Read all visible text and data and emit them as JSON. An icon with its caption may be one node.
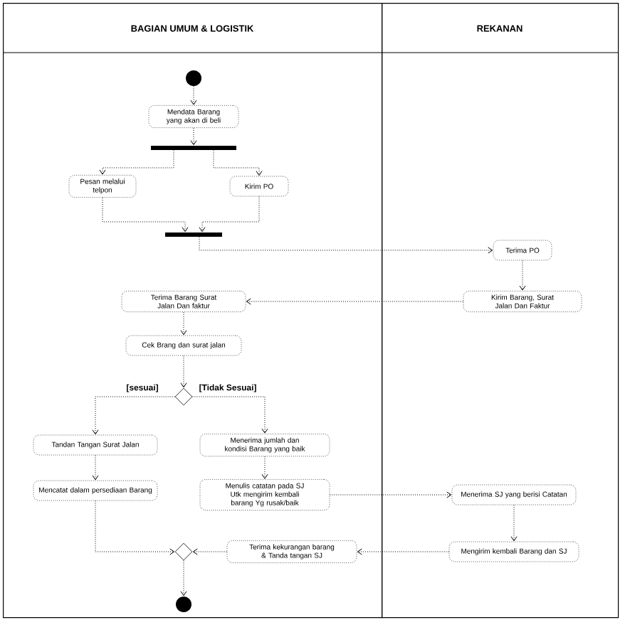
{
  "diagram": {
    "nodes": [
      {
        "text": [
          "BAGIAN UMUM & LOGISTIK"
        ]
      },
      {
        "text": [
          "REKANAN"
        ]
      },
      {
        "text": [],
        "shape": "circle",
        "in": 0
      },
      {
        "text": [
          "Mendata Barang yang akan di beli"
        ],
        "in": 0
      },
      {
        "text": [],
        "shape": "bar",
        "in": 0
      },
      {
        "text": [
          "Pesan melalui telpon"
        ],
        "in": 0
      },
      {
        "text": [
          "Kirim PO"
        ],
        "in": 0
      },
      {
        "text": [],
        "shape": "bar",
        "in": 0
      },
      {
        "text": [
          "Terima PO"
        ],
        "in": 1
      },
      {
        "text": [
          "Kirim Barang, Surat Jalan Dan Faktur"
        ],
        "in": 1
      },
      {
        "text": [
          "Terima Barang Surat Jalan Dan faktur"
        ],
        "in": 0
      },
      {
        "text": [
          "Cek Brang dan surat jalan"
        ],
        "in": 0
      },
      {
        "text": [],
        "shape": "diamond",
        "in": 0
      },
      {
        "text": [
          "Tandan Tangan Surat Jalan"
        ],
        "in": 0
      },
      {
        "text": [
          "Menerima jumlah dan kondisi Barang yang baik"
        ],
        "in": 0
      },
      {
        "text": [
          "Mencatat dalam persediaan Barang"
        ],
        "in": 0
      },
      {
        "text": [
          "Menulis catatan pada SJ Utk mengirim kembali barang Yg rusak/baik"
        ],
        "in": 0
      },
      {
        "text": [
          "Menerima SJ yang berisi Catatan"
        ],
        "in": 1
      },
      {
        "text": [
          "Mengirim kembali Barang dan SJ"
        ],
        "in": 1
      },
      {
        "text": [
          "Terima kekurangan barang & Tanda tangan SJ"
        ],
        "in": 0
      },
      {
        "text": [],
        "shape": "diamond",
        "in": 0
      },
      {
        "text": [],
        "shape": "circle",
        "in": 0
      }
    ],
    "edges": [
      {
        "from": 2,
        "to": 3,
        "arrow": "to"
      },
      {
        "from": 3,
        "to": 4,
        "arrow": "to"
      },
      {
        "from": 4,
        "to": 5,
        "arrow": "to"
      },
      {
        "from": 4,
        "to": 6,
        "arrow": "to"
      },
      {
        "from": 5,
        "to": 7,
        "arrow": "to"
      },
      {
        "from": 6,
        "to": 7,
        "arrow": "to"
      },
      {
        "from": 7,
        "to": 8,
        "arrow": "to"
      },
      {
        "from": 8,
        "to": 9,
        "arrow": "to"
      },
      {
        "from": 9,
        "to": 10,
        "arrow": "to"
      },
      {
        "from": 10,
        "to": 11,
        "arrow": "to"
      },
      {
        "from": 11,
        "to": 12,
        "arrow": "to"
      },
      {
        "from": 12,
        "to": 13,
        "arrow": "to",
        "label": "[sesuai]"
      },
      {
        "from": 12,
        "to": 14,
        "arrow": "to",
        "label": "[Tidak Sesuai]"
      },
      {
        "from": 13,
        "to": 15,
        "arrow": "to"
      },
      {
        "from": 14,
        "to": 16,
        "arrow": "to"
      },
      {
        "from": 16,
        "to": 17,
        "arrow": "to"
      },
      {
        "from": 17,
        "to": 18,
        "arrow": "to"
      },
      {
        "from": 18,
        "to": 19,
        "arrow": "to"
      },
      {
        "from": 19,
        "to": 20,
        "arrow": "to"
      },
      {
        "from": 15,
        "to": 20,
        "arrow": "to"
      },
      {
        "from": 20,
        "to": 21,
        "arrow": "to"
      }
    ]
  }
}
